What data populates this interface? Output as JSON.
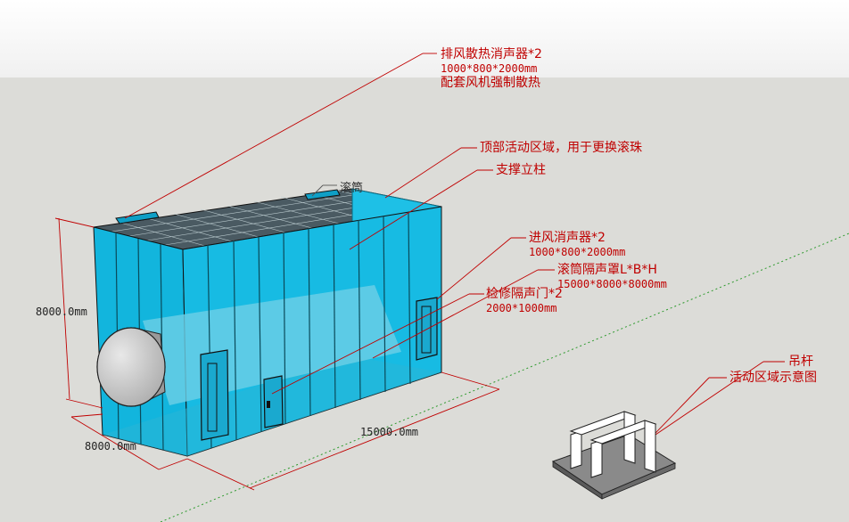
{
  "callouts": {
    "exhaust": {
      "line1": "排风散热消声器*2",
      "line2": "1000*800*2000mm",
      "line3": "配套风机强制散热"
    },
    "top_area": "顶部活动区域，用于更换滚珠",
    "support": "支撑立柱",
    "roller": "滚筒",
    "intake": {
      "line1": "进风消声器*2",
      "line2": "1000*800*2000mm"
    },
    "enclosure": {
      "line1": "滚筒隔声罩L*B*H",
      "line2": "15000*8000*8000mm"
    },
    "door": {
      "line1": "检修隔声门*2",
      "line2": "2000*1000mm"
    },
    "hanger": "吊杆",
    "active_area": "活动区域示意图"
  },
  "dimensions": {
    "height": "8000.0mm",
    "width": "8000.0mm",
    "length": "15000.0mm"
  },
  "colors": {
    "sky": "#ffffff",
    "ground": "#dcdcd8",
    "enclosure_fill": "#12b5dd",
    "annotation": "#c00000",
    "axis_green": "#2e9a2e"
  }
}
